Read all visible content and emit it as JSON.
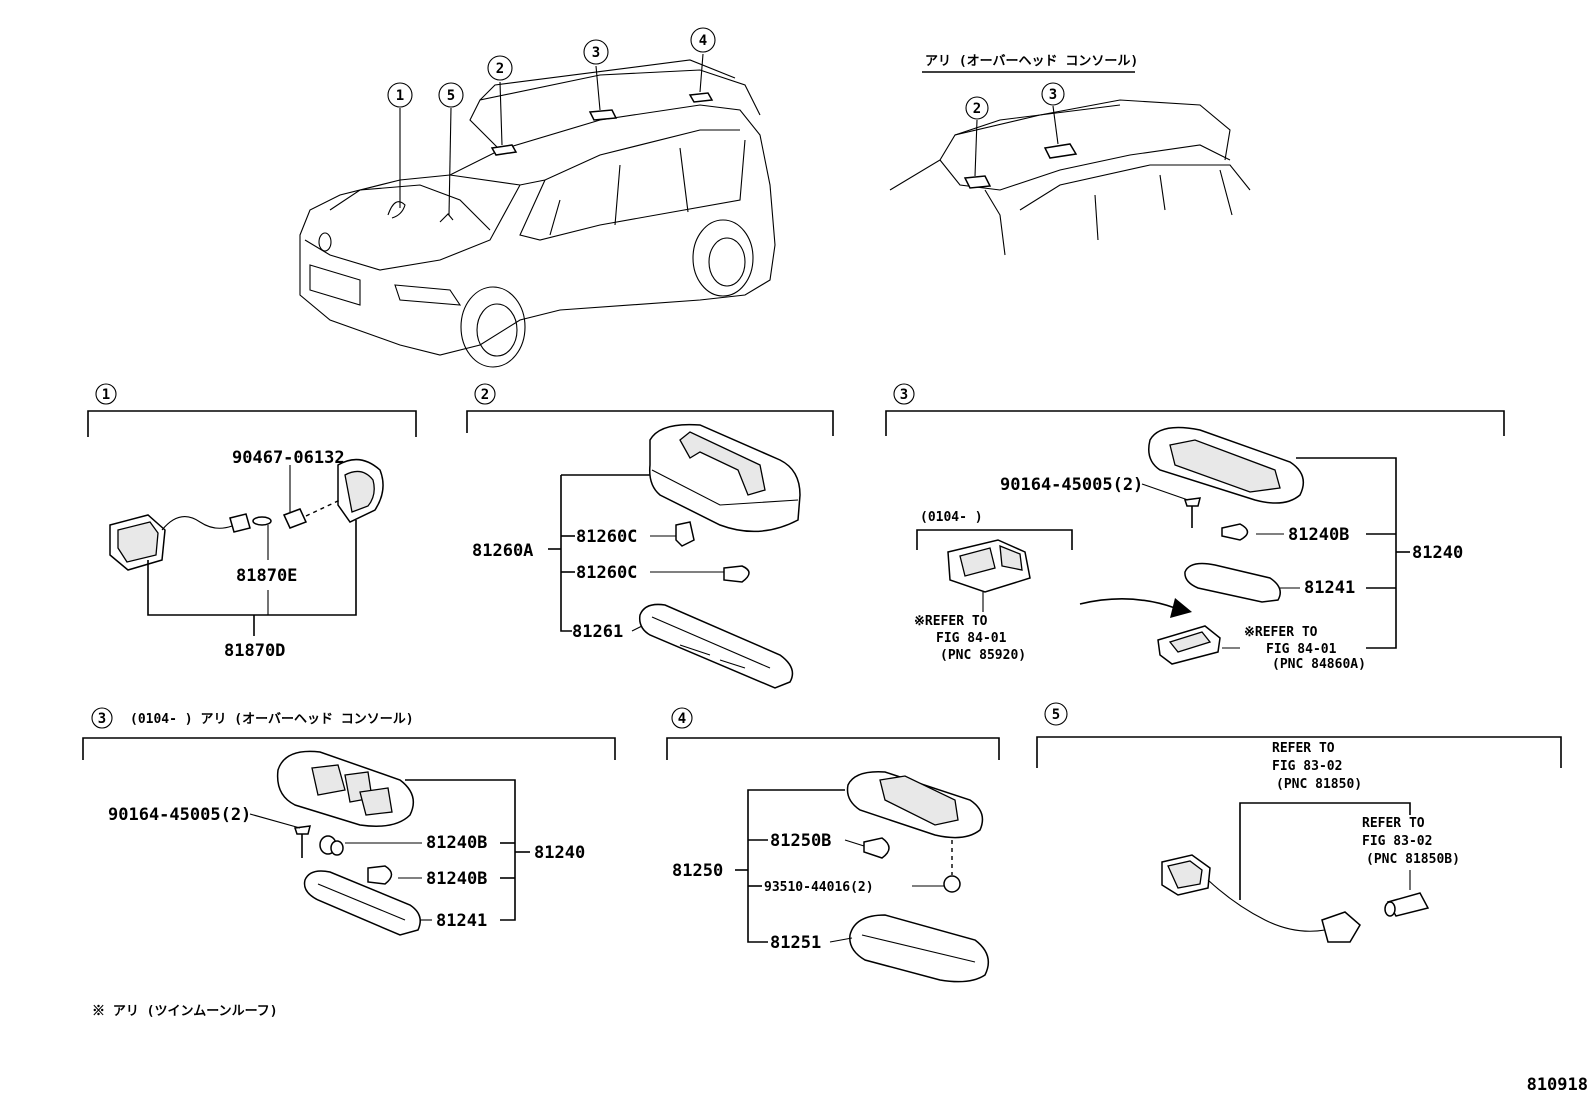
{
  "figure_id": "810918",
  "overhead_console_variant": "アリ (オーバーヘッド コンソール)",
  "footnote": "※ アリ (ツインムーンルーフ)",
  "callouts": [
    "1",
    "2",
    "3",
    "4",
    "5"
  ],
  "sections": {
    "s1": {
      "no": "1",
      "parts": {
        "bulb": "90467-06132",
        "lamp": "81870E",
        "assy": "81870D"
      }
    },
    "s2": {
      "no": "2",
      "parts": {
        "assy": "81260A",
        "bulb_a": "81260C",
        "bulb_b": "81260C",
        "lens": "81261"
      }
    },
    "s3": {
      "no": "3",
      "date_range": "(0104-        )",
      "parts": {
        "screw": "90164-45005(2)",
        "bulb": "81240B",
        "lens": "81241",
        "assy": "81240"
      },
      "refer_left": {
        "mark": "※REFER TO",
        "fig": "FIG 84-01",
        "pnc": "(PNC 85920)"
      },
      "refer_right": {
        "mark": "※REFER TO",
        "fig": "FIG 84-01",
        "pnc": "(PNC 84860A)"
      }
    },
    "s3b": {
      "no": "3",
      "heading": "(0104-        ) アリ (オーバーヘッド コンソール)",
      "parts": {
        "screw": "90164-45005(2)",
        "bulb_a": "81240B",
        "bulb_b": "81240B",
        "lens": "81241",
        "assy": "81240"
      }
    },
    "s4": {
      "no": "4",
      "parts": {
        "bulb": "81250B",
        "screw": "93510-44016(2)",
        "lens": "81251",
        "assy": "81250"
      }
    },
    "s5": {
      "no": "5",
      "refer_a": {
        "line1": "REFER TO",
        "line2": "FIG 83-02",
        "line3": "(PNC 81850)"
      },
      "refer_b": {
        "line1": "REFER TO",
        "line2": "FIG 83-02",
        "line3": "(PNC 81850B)"
      }
    }
  }
}
